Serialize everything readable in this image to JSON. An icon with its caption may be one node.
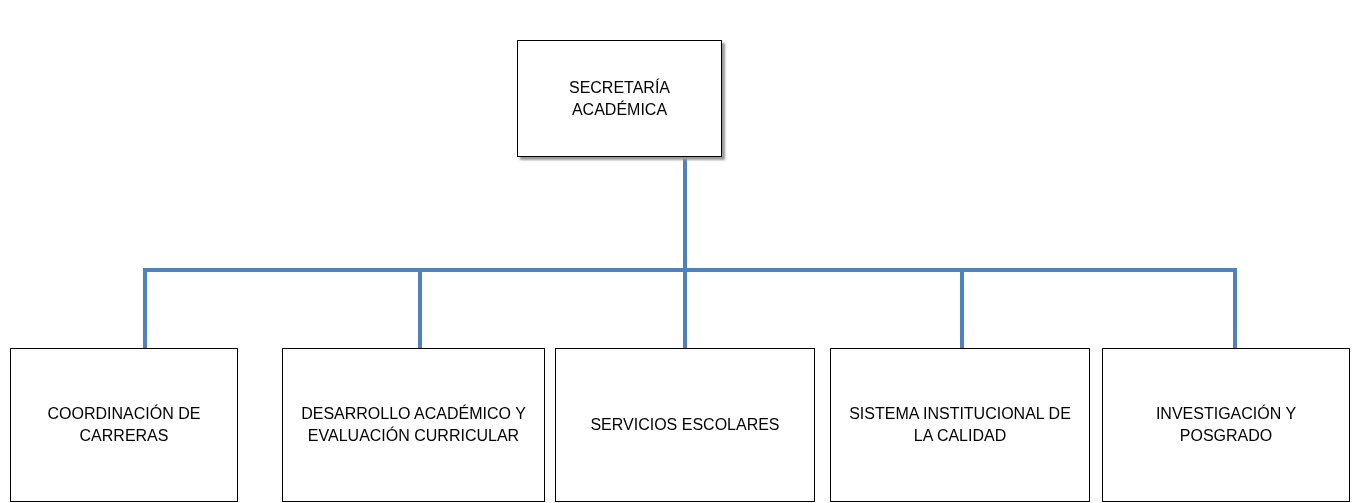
{
  "diagram": {
    "nodes": [
      {
        "text": [
          "SECRETARÍA ACADÉMICA"
        ]
      },
      {
        "text": [
          "COORDINACIÓN DE CARRERAS"
        ]
      },
      {
        "text": [
          "DESARROLLO ACADÉMICO Y EVALUACIÓN CURRICULAR"
        ]
      },
      {
        "text": [
          "SERVICIOS ESCOLARES"
        ]
      },
      {
        "text": [
          "SISTEMA INSTITUCIONAL DE LA CALIDAD"
        ]
      },
      {
        "text": [
          "INVESTIGACIÓN Y POSGRADO"
        ]
      }
    ],
    "edges": [
      {
        "from": 0,
        "to": 1,
        "arrow": "none"
      },
      {
        "from": 0,
        "to": 2,
        "arrow": "none"
      },
      {
        "from": 0,
        "to": 3,
        "arrow": "none"
      },
      {
        "from": 0,
        "to": 4,
        "arrow": "none"
      },
      {
        "from": 0,
        "to": 5,
        "arrow": "none"
      }
    ]
  }
}
